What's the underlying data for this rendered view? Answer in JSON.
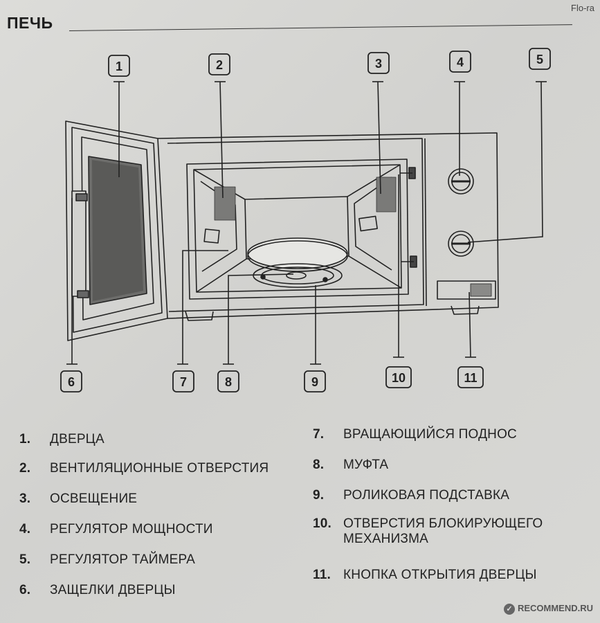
{
  "watermark_top": "Flo-ra",
  "watermark_bottom": "RECOMMEND.RU",
  "title": "ПЕЧЬ",
  "callouts": [
    "1",
    "2",
    "3",
    "4",
    "5",
    "6",
    "7",
    "8",
    "9",
    "10",
    "11"
  ],
  "legend": [
    {
      "num": "1.",
      "text": "ДВЕРЦА"
    },
    {
      "num": "2.",
      "text": "ВЕНТИЛЯЦИОННЫЕ ОТВЕРСТИЯ"
    },
    {
      "num": "3.",
      "text": "ОСВЕЩЕНИЕ"
    },
    {
      "num": "4.",
      "text": "РЕГУЛЯТОР МОЩНОСТИ"
    },
    {
      "num": "5.",
      "text": "РЕГУЛЯТОР ТАЙМЕРА"
    },
    {
      "num": "6.",
      "text": "ЗАЩЕЛКИ ДВЕРЦЫ"
    },
    {
      "num": "7.",
      "text": "ВРАЩАЮЩИЙСЯ ПОДНОС"
    },
    {
      "num": "8.",
      "text": "МУФТА"
    },
    {
      "num": "9.",
      "text": "РОЛИКОВАЯ ПОДСТАВКА"
    },
    {
      "num": "10.",
      "text": "ОТВЕРСТИЯ БЛОКИРУЮЩЕГО",
      "text2": "МЕХАНИЗМА"
    },
    {
      "num": "11.",
      "text": "КНОПКА ОТКРЫТИЯ ДВЕРЦЫ"
    }
  ]
}
